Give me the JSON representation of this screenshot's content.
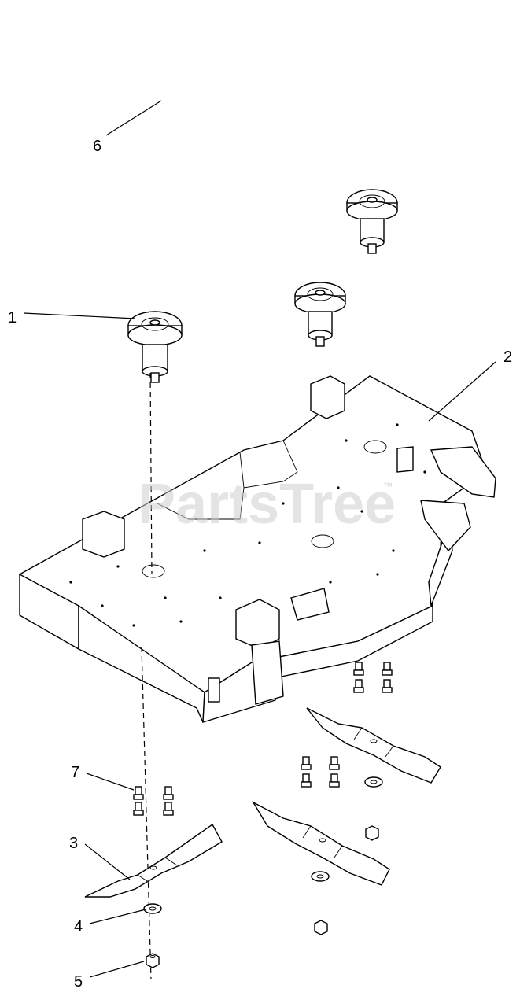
{
  "callouts": [
    {
      "id": "1",
      "label": "1"
    },
    {
      "id": "2",
      "label": "2"
    },
    {
      "id": "3",
      "label": "3"
    },
    {
      "id": "4",
      "label": "4"
    },
    {
      "id": "5",
      "label": "5"
    },
    {
      "id": "6",
      "label": "6"
    },
    {
      "id": "7",
      "label": "7"
    }
  ],
  "watermark": {
    "text": "PartsTree",
    "trademark": "™"
  }
}
